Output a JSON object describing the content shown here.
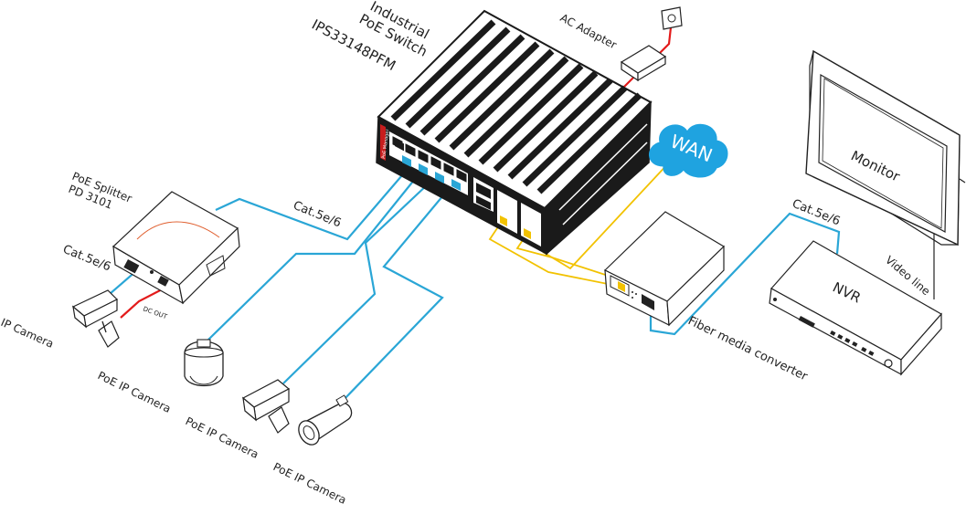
{
  "labels": {
    "switch_line1": "Industrial",
    "switch_line2": "PoE Switch",
    "switch_model": "IPS33148PFM",
    "ac_adapter": "AC Adapter",
    "wan": "WAN",
    "monitor": "Monitor",
    "poe_splitter_line1": "PoE Splitter",
    "poe_splitter_line2": "PD 3101",
    "cat_left_top": "Cat.5e/6",
    "cat_left_bottom": "Cat.5e/6",
    "cat_right": "Cat.5e/6",
    "dc_out": "DC OUT",
    "ip_camera": "IP Camera",
    "poe_ip_camera_1": "PoE IP Camera",
    "poe_ip_camera_2": "PoE IP Camera",
    "poe_ip_camera_3": "PoE IP Camera",
    "fiber_media_converter": "Fiber media converter",
    "nvr": "NVR",
    "video_line": "Video line",
    "switch_brand_tag": "PoE Manager"
  },
  "colors": {
    "ethernet_cable": "#2aa6d6",
    "fiber_cable": "#f2c200",
    "power_cable": "#e31b1b",
    "wan_cloud": "#1fa3e0",
    "switch_body": "#1a1a1a"
  },
  "icons": [
    "switch-icon",
    "ac-adapter-icon",
    "wall-socket-icon",
    "wan-cloud-icon",
    "monitor-icon",
    "nvr-icon",
    "media-converter-icon",
    "poe-splitter-icon",
    "bullet-camera-icon",
    "dome-camera-icon",
    "box-camera-icon"
  ]
}
